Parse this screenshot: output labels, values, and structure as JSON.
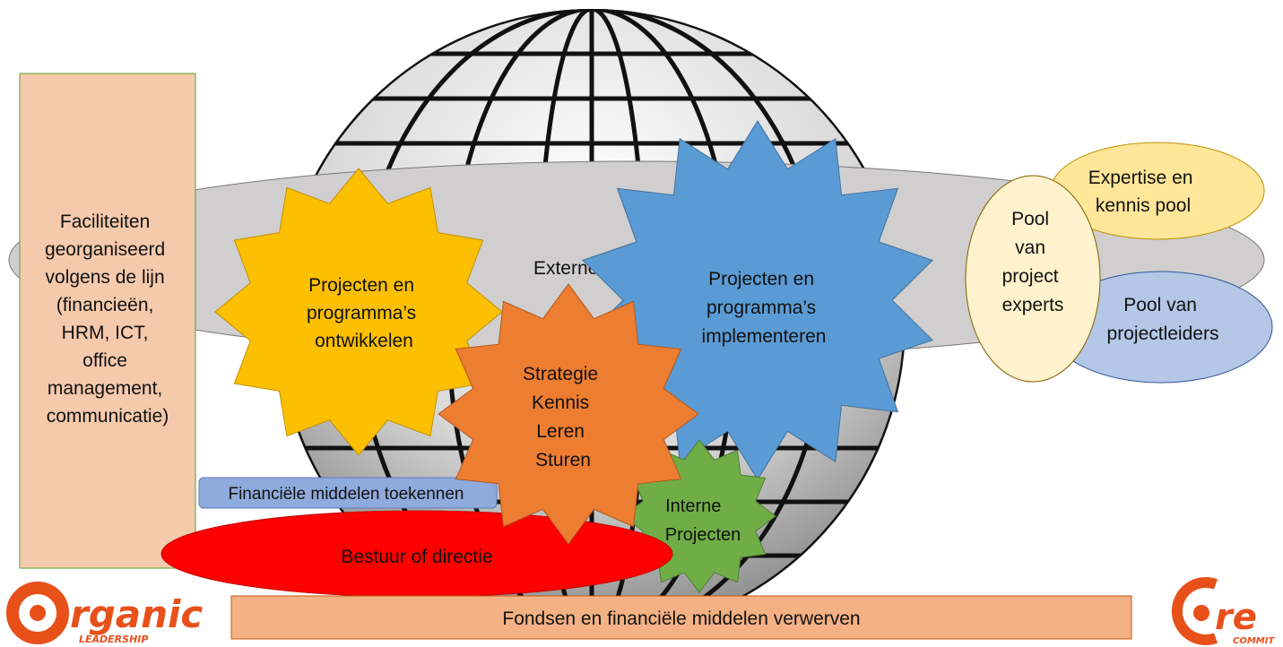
{
  "diagram": {
    "facilities_box": {
      "lines": [
        "Faciliteiten",
        "georganiseerd",
        "volgens de lijn",
        "(financieën,",
        "HRM, ICT,",
        "office",
        "management,",
        "communicatie)"
      ],
      "fill": "#f5c9ac"
    },
    "externals_label": "Externen",
    "develop_star": {
      "lines": [
        "Projecten en",
        "programma’s",
        "ontwikkelen"
      ],
      "fill": "#fcbf02"
    },
    "implement_star": {
      "lines": [
        "Projecten en",
        "programma’s",
        "implementeren"
      ],
      "fill": "#5b9bd5"
    },
    "strategy_star": {
      "lines": [
        "Strategie",
        "Kennis",
        "Leren",
        "Sturen"
      ],
      "fill": "#ed7d31"
    },
    "internal_star": {
      "lines": [
        "Interne",
        "Projecten"
      ],
      "fill": "#70ad47"
    },
    "expertise_pool": {
      "lines": [
        "Expertise en",
        "kennis pool"
      ],
      "fill": "#ffe699"
    },
    "experts_pool": {
      "lines": [
        "Pool",
        "van",
        "project",
        "experts"
      ],
      "fill": "#fff2cc"
    },
    "leaders_pool": {
      "lines": [
        "Pool van",
        "projectleiders"
      ],
      "fill": "#b4c7e7"
    },
    "finance_allocate_label": "Financiële middelen toekennen",
    "board_label": "Bestuur of directie",
    "board_fill": "#ff0000",
    "funds_label": "Fondsen en financiële middelen verwerven",
    "funds_fill": "#f4b183",
    "ring_fill": "#d0cece"
  },
  "logos": {
    "left": {
      "text": "rganic",
      "subtext": "LEADERSHIP",
      "color": "#e8501a"
    },
    "right": {
      "text": "re",
      "subtext": "COMMIT",
      "color": "#e8501a"
    }
  }
}
